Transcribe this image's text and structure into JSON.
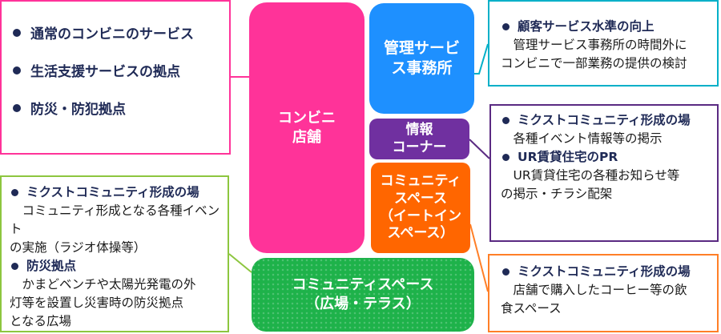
{
  "center": {
    "store": "コンビニ\n店舗",
    "management": "管理サービ\nス事務所",
    "info_corner": "情報\nコーナー",
    "community_space": "コミュニティ\nスペース\n（イートイン\nスペース）",
    "plaza": "コミュニティスペース\n（広場・テラス）"
  },
  "left_top": {
    "items": [
      "通常のコンビニのサービス",
      "生活支援サービスの拠点",
      "防災・防犯拠点"
    ]
  },
  "left_bottom": {
    "item1_title": "ミクストコミュニティ形成の場",
    "item1_detail": "　コミュニティ形成となる各種イベント\nの実施（ラジオ体操等）",
    "item2_title": "防災拠点",
    "item2_detail": "　かまどベンチや太陽光発電の外\n灯等を設置し災害時の防災拠点\nとなる広場"
  },
  "right_top": {
    "title": "顧客サービス水準の向上",
    "detail": "　管理サービス事務所の時間外に\nコンビニで一部業務の提供の検討"
  },
  "right_middle": {
    "item1_title": "ミクストコミュニティ形成の場",
    "item1_detail": "　各種イベント情報等の掲示",
    "item2_title": "UR賃貸住宅のPR",
    "item2_detail": "　UR賃貸住宅の各種お知らせ等\nの掲示・チラシ配架"
  },
  "right_bottom": {
    "title": "ミクストコミュニティ形成の場",
    "detail": "　店舗で購入したコーヒー等の飲\n食スペース"
  },
  "colors": {
    "store": "#ff3399",
    "management": "#1e90ff",
    "info_corner": "#7030a0",
    "community_space": "#ff6600",
    "plaza": "#1eb24a"
  }
}
